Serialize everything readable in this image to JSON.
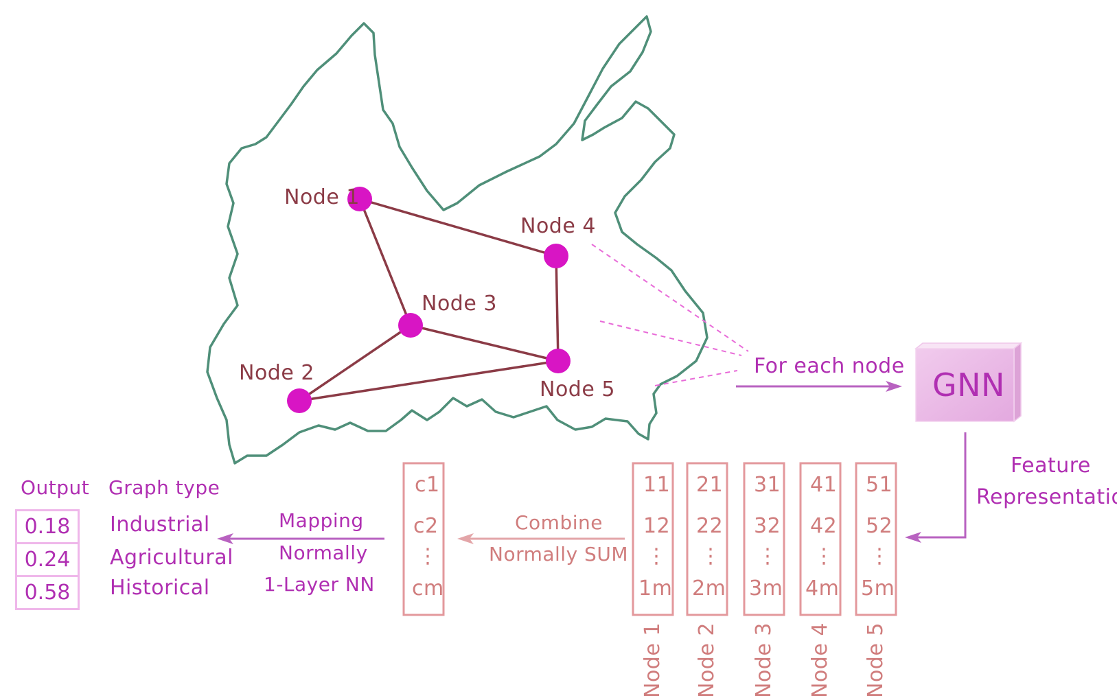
{
  "graph": {
    "nodes": [
      {
        "id": "n1",
        "label": "Node 1"
      },
      {
        "id": "n2",
        "label": "Node 2"
      },
      {
        "id": "n3",
        "label": "Node 3"
      },
      {
        "id": "n4",
        "label": "Node 4"
      },
      {
        "id": "n5",
        "label": "Node 5"
      }
    ],
    "edges": [
      [
        "n1",
        "n4"
      ],
      [
        "n1",
        "n3"
      ],
      [
        "n3",
        "n2"
      ],
      [
        "n3",
        "n5"
      ],
      [
        "n4",
        "n5"
      ],
      [
        "n2",
        "n5"
      ]
    ]
  },
  "for_each_node": "For each node",
  "gnn_label": "GNN",
  "feature_rep": {
    "line1": "Feature",
    "line2": "Representations"
  },
  "columns": [
    {
      "node_label": "Node 1",
      "cells": [
        "11",
        "12",
        "⋮",
        "1m"
      ]
    },
    {
      "node_label": "Node 2",
      "cells": [
        "21",
        "22",
        "⋮",
        "2m"
      ]
    },
    {
      "node_label": "Node 3",
      "cells": [
        "31",
        "32",
        "⋮",
        "3m"
      ]
    },
    {
      "node_label": "Node 4",
      "cells": [
        "41",
        "42",
        "⋮",
        "4m"
      ]
    },
    {
      "node_label": "Node 5",
      "cells": [
        "51",
        "52",
        "⋮",
        "5m"
      ]
    }
  ],
  "combine": {
    "line1": "Combine",
    "line2": "Normally SUM"
  },
  "combined_vector": [
    "c1",
    "c2",
    "⋮",
    "cm"
  ],
  "mapping": {
    "line1": "Mapping",
    "line2": "Normally",
    "line3": "1-Layer NN"
  },
  "output": {
    "header_output": "Output",
    "header_type": "Graph type",
    "rows": [
      {
        "value": "0.18",
        "type": "Industrial"
      },
      {
        "value": "0.24",
        "type": "Agricultural"
      },
      {
        "value": "0.58",
        "type": "Historical"
      }
    ]
  },
  "colors": {
    "outline": "#4f8f79",
    "edge": "#8b3b46",
    "node": "#d815c4",
    "magenta": "#b02fb2",
    "pink": "#e3989c",
    "light_pink": "#efb7ea"
  }
}
